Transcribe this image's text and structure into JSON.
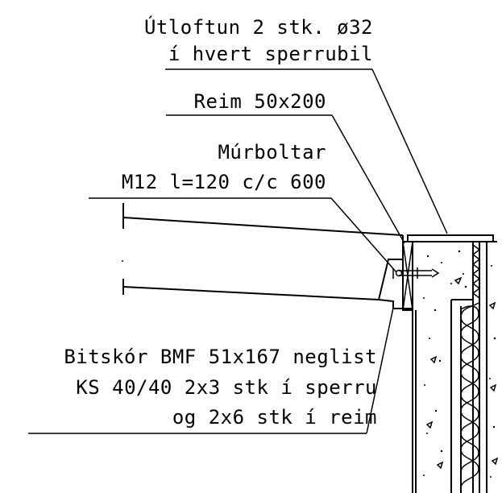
{
  "annotations": {
    "vents": [
      "Útloftun 2 stk. ø32",
      "í hvert sperrubil"
    ],
    "beam": [
      "Reim 50x200"
    ],
    "bolts": [
      "Múrboltar",
      "M12 l=120 c/c 600"
    ],
    "brackets": [
      "Bitskór BMF 51x167 neglist",
      "KS 40/40 2x3 stk í sperru",
      "og 2x6 stk í reim"
    ]
  },
  "colors": {
    "ink": "#000000",
    "paper": "#ffffff"
  }
}
